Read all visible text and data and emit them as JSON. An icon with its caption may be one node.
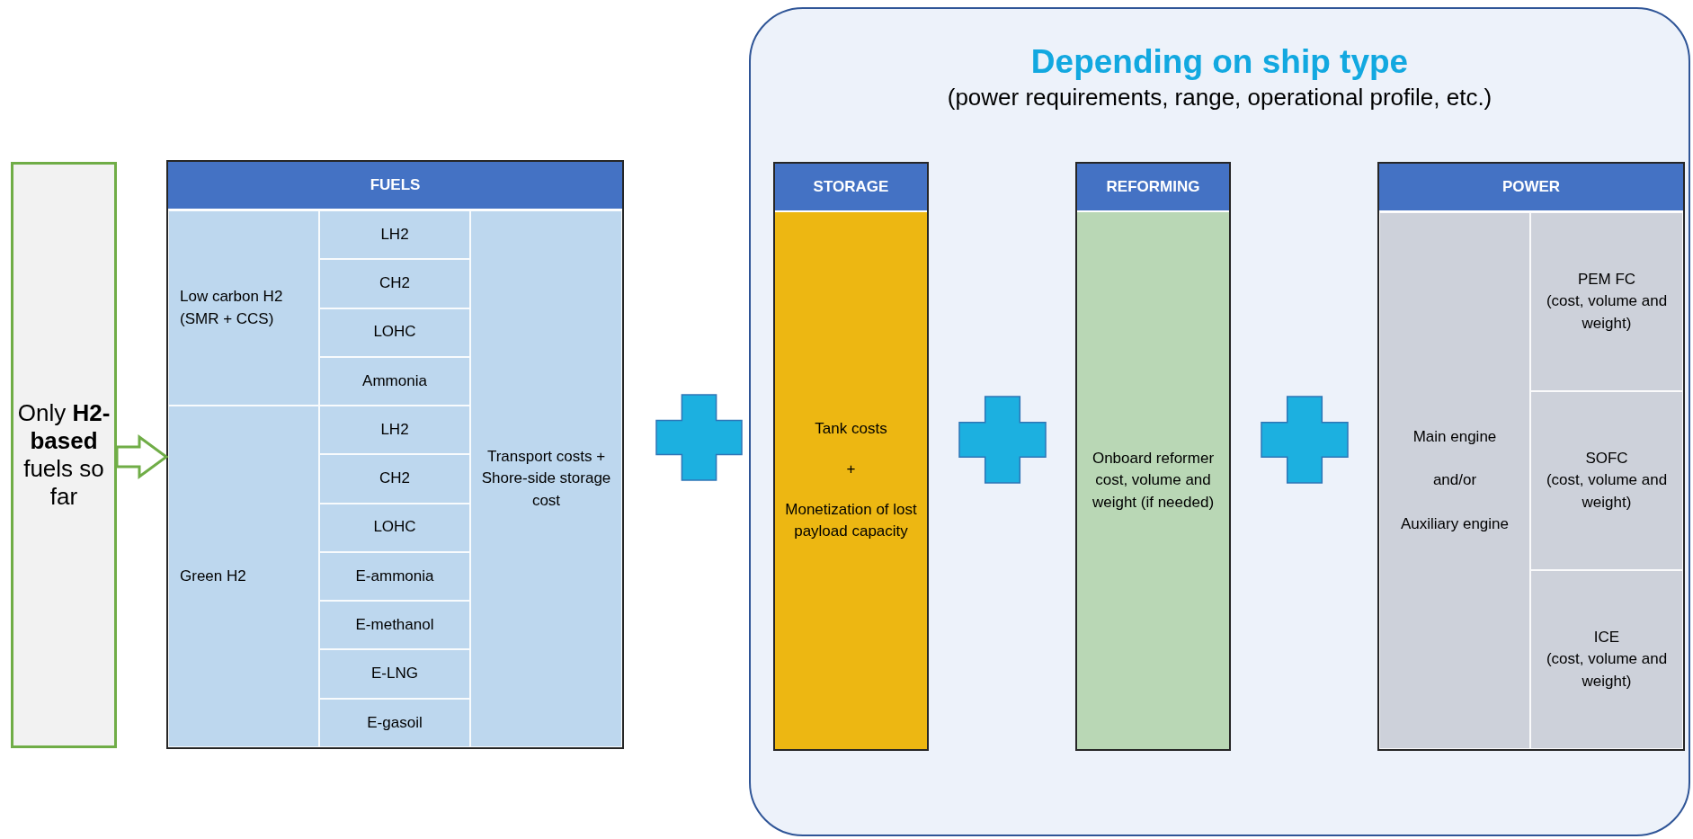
{
  "diagram": {
    "nodes": [
      {
        "text": [
          "Only **H2-based** fuels so far"
        ]
      },
      {
        "text": [
          "FUELS"
        ]
      },
      {
        "text": [
          "Low carbon H2 (SMR + CCS)"
        ],
        "in": 1
      },
      {
        "text": [
          "LH2"
        ],
        "in": 1
      },
      {
        "text": [
          "CH2"
        ],
        "in": 1
      },
      {
        "text": [
          "LOHC"
        ],
        "in": 1
      },
      {
        "text": [
          "Ammonia"
        ],
        "in": 1
      },
      {
        "text": [
          "Green H2"
        ],
        "in": 1
      },
      {
        "text": [
          "LH2"
        ],
        "in": 1
      },
      {
        "text": [
          "CH2"
        ],
        "in": 1
      },
      {
        "text": [
          "LOHC"
        ],
        "in": 1
      },
      {
        "text": [
          "E-ammonia"
        ],
        "in": 1
      },
      {
        "text": [
          "E-methanol"
        ],
        "in": 1
      },
      {
        "text": [
          "E-LNG"
        ],
        "in": 1
      },
      {
        "text": [
          "E-gasoil"
        ],
        "in": 1
      },
      {
        "text": [
          "Transport costs + Shore-side storage cost"
        ],
        "in": 1
      },
      {
        "text": [],
        "shape": "plus"
      },
      {
        "text": [
          "Depending on ship type",
          "(power requirements, range, operational profile, etc.)"
        ]
      },
      {
        "text": [
          "STORAGE",
          "Tank costs",
          "+",
          "Monetization of lost payload capacity"
        ],
        "in": 17
      },
      {
        "text": [],
        "shape": "plus",
        "in": 17
      },
      {
        "text": [
          "REFORMING",
          "Onboard reformer cost, volume and weight (if needed)"
        ],
        "in": 17
      },
      {
        "text": [],
        "shape": "plus",
        "in": 17
      },
      {
        "text": [
          "POWER"
        ],
        "in": 17
      },
      {
        "text": [
          "Main engine",
          "and/or",
          "Auxiliary engine"
        ],
        "in": 22
      },
      {
        "text": [
          "PEM FC",
          "(cost, volume and weight)"
        ],
        "in": 22
      },
      {
        "text": [
          "SOFC",
          "(cost, volume and weight)"
        ],
        "in": 22
      },
      {
        "text": [
          "ICE",
          "(cost, volume and weight)"
        ],
        "in": 22
      }
    ],
    "edges": [
      {
        "from": 0,
        "to": 1,
        "arrow": "to",
        "color": "#70ad47"
      }
    ]
  }
}
